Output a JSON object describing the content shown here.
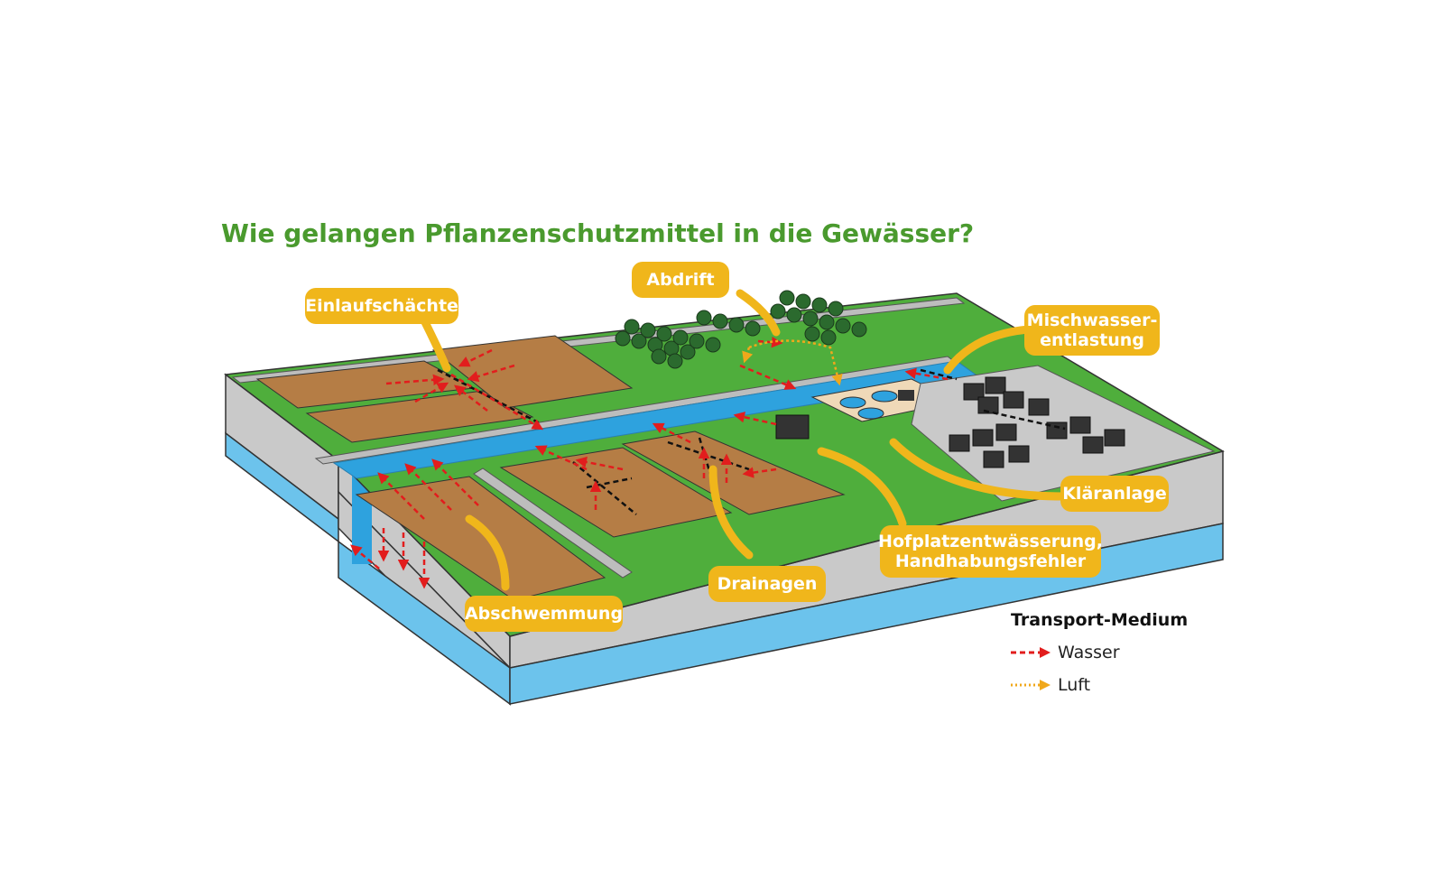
{
  "title": "Wie gelangen Pflanzenschutzmittel in die Gewässer?",
  "callouts": {
    "einlauf": "Einlaufschächte",
    "abdrift": "Abdrift",
    "mischwasser_1": "Mischwasser-",
    "mischwasser_2": "entlastung",
    "klaeranlage": "Kläranlage",
    "hofplatz_1": "Hofplatzentwässerung,",
    "hofplatz_2": "Handhabungsfehler",
    "drainagen": "Drainagen",
    "abschwemmung": "Abschwemmung"
  },
  "legend": {
    "title": "Transport-Medium",
    "wasser": "Wasser",
    "luft": "Luft"
  },
  "colors": {
    "title": "#4a9a2e",
    "callout": "#f0b61b",
    "grass": "#4fae3c",
    "soil": "#b57d45",
    "water": "#2ea2de",
    "side_grey": "#c9c9c9",
    "groundwater": "#6cc3ec",
    "wasser_arrow": "#e21d1d",
    "luft_arrow": "#f0a81b"
  }
}
